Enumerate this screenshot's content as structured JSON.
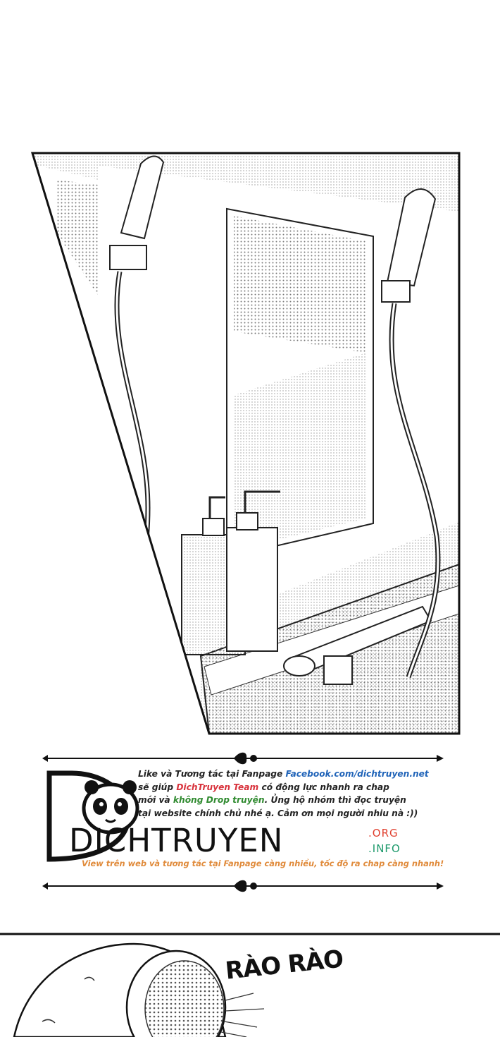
{
  "banner": {
    "line1_a": "Like và Tương tác tại Fanpage ",
    "line1_b": "Facebook.com/dichtruyen.net",
    "line2_a": "sẽ giúp ",
    "line2_b": "DichTruyen Team",
    "line2_c": " có động lực nhanh ra chap",
    "line3_a": "mới và ",
    "line3_b": "không Drop truyện",
    "line3_c": ". Ủng hộ nhóm thì đọc truyện",
    "line4": "tại website chính chủ nhé ạ. Cảm ơn mọi người nhiu nà :))",
    "wordmark": "DICHTRUYEN",
    "domain_org": ".ORG",
    "domain_info": ".INFO",
    "tagline": "View trên web và tương tác tại Fanpage càng nhiều, tốc độ ra chap càng nhanh!"
  },
  "comic": {
    "sound_effect": "RÀO RÀO"
  },
  "colors": {
    "link_blue": "#1f63b8",
    "team_red": "#d8323c",
    "drop_green": "#2f8a2f",
    "tagline_orange": "#e08a3a",
    "org_red": "#e0402f",
    "info_green": "#1d9a6c"
  }
}
